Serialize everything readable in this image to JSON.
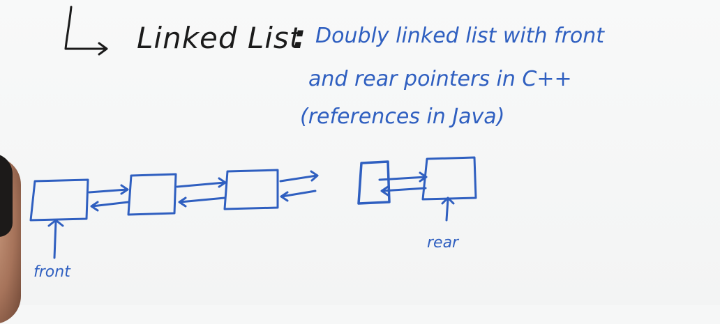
{
  "heading": "Linked List",
  "colon": ":",
  "description_lines": [
    "Doubly linked list with front",
    "and rear pointers in C++",
    "(references in Java)"
  ],
  "labels": {
    "front": "front",
    "rear": "rear"
  },
  "ink_colors": {
    "black": "#1b1b1b",
    "blue": "#2f5fc0"
  }
}
